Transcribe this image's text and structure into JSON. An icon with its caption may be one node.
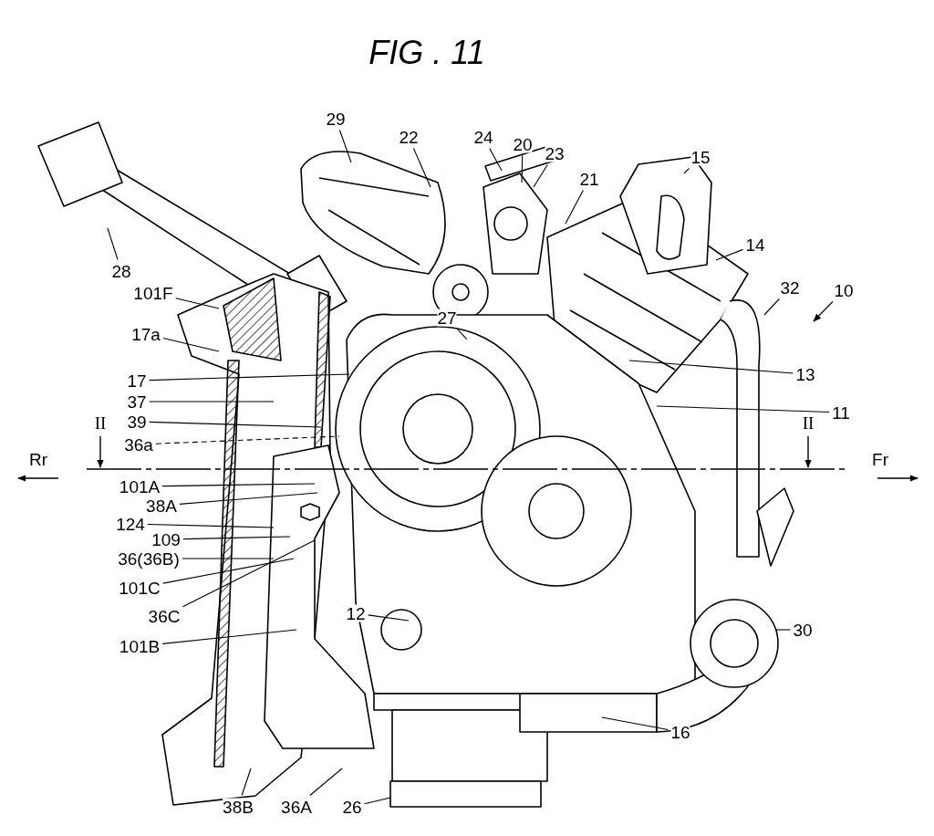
{
  "diagram": {
    "title": "FIG . 11",
    "nodes": [
      {
        "text": [
          "29"
        ]
      },
      {
        "text": [
          "22"
        ]
      },
      {
        "text": [
          "24"
        ]
      },
      {
        "text": [
          "20"
        ]
      },
      {
        "text": [
          "23"
        ]
      },
      {
        "text": [
          "15"
        ]
      },
      {
        "text": [
          "21"
        ]
      },
      {
        "text": [
          "14"
        ]
      },
      {
        "text": [
          "28"
        ]
      },
      {
        "text": [
          "32"
        ]
      },
      {
        "text": [
          "10"
        ]
      },
      {
        "text": [
          "101F"
        ]
      },
      {
        "text": [
          "27"
        ]
      },
      {
        "text": [
          "17a"
        ]
      },
      {
        "text": [
          "13"
        ]
      },
      {
        "text": [
          "17"
        ]
      },
      {
        "text": [
          "37"
        ]
      },
      {
        "text": [
          "11"
        ]
      },
      {
        "text": [
          "39"
        ]
      },
      {
        "text": [
          "36a"
        ]
      },
      {
        "text": [
          "101A"
        ]
      },
      {
        "text": [
          "38A"
        ]
      },
      {
        "text": [
          "124"
        ]
      },
      {
        "text": [
          "109"
        ]
      },
      {
        "text": [
          "36(36B)"
        ]
      },
      {
        "text": [
          "101C"
        ]
      },
      {
        "text": [
          "36C"
        ]
      },
      {
        "text": [
          "12"
        ]
      },
      {
        "text": [
          "101B"
        ]
      },
      {
        "text": [
          "30"
        ]
      },
      {
        "text": [
          "16"
        ]
      },
      {
        "text": [
          "38B"
        ]
      },
      {
        "text": [
          "36A"
        ]
      },
      {
        "text": [
          "26"
        ]
      }
    ],
    "edges": [
      {
        "from": 0,
        "to": null,
        "arrow": "none"
      },
      {
        "from": 1,
        "to": null,
        "arrow": "none"
      },
      {
        "from": 2,
        "to": null,
        "arrow": "none"
      },
      {
        "from": 3,
        "to": null,
        "arrow": "none"
      },
      {
        "from": 4,
        "to": null,
        "arrow": "none"
      },
      {
        "from": 5,
        "to": null,
        "arrow": "none"
      },
      {
        "from": 6,
        "to": null,
        "arrow": "none"
      },
      {
        "from": 7,
        "to": null,
        "arrow": "none"
      },
      {
        "from": 8,
        "to": null,
        "arrow": "none"
      },
      {
        "from": 9,
        "to": null,
        "arrow": "none"
      },
      {
        "from": 10,
        "to": null,
        "arrow": "to"
      },
      {
        "from": 11,
        "to": null,
        "arrow": "none"
      },
      {
        "from": 12,
        "to": null,
        "arrow": "none"
      },
      {
        "from": 13,
        "to": null,
        "arrow": "none"
      },
      {
        "from": 14,
        "to": null,
        "arrow": "none"
      },
      {
        "from": 15,
        "to": null,
        "arrow": "none"
      },
      {
        "from": 16,
        "to": null,
        "arrow": "none"
      },
      {
        "from": 17,
        "to": null,
        "arrow": "none"
      },
      {
        "from": 18,
        "to": null,
        "arrow": "none"
      },
      {
        "from": 19,
        "to": null,
        "arrow": "none",
        "style": "dashed"
      },
      {
        "from": 20,
        "to": null,
        "arrow": "none"
      },
      {
        "from": 21,
        "to": null,
        "arrow": "none"
      },
      {
        "from": 22,
        "to": null,
        "arrow": "none"
      },
      {
        "from": 23,
        "to": null,
        "arrow": "none"
      },
      {
        "from": 24,
        "to": null,
        "arrow": "none"
      },
      {
        "from": 25,
        "to": null,
        "arrow": "none"
      },
      {
        "from": 26,
        "to": null,
        "arrow": "none"
      },
      {
        "from": 27,
        "to": null,
        "arrow": "none"
      },
      {
        "from": 28,
        "to": null,
        "arrow": "none"
      },
      {
        "from": 29,
        "to": null,
        "arrow": "none"
      },
      {
        "from": 30,
        "to": null,
        "arrow": "none"
      },
      {
        "from": 31,
        "to": null,
        "arrow": "none"
      },
      {
        "from": 32,
        "to": null,
        "arrow": "none"
      },
      {
        "from": 33,
        "to": null,
        "arrow": "none"
      }
    ],
    "labels": [
      "II",
      "II",
      "Rr",
      "Fr"
    ]
  }
}
